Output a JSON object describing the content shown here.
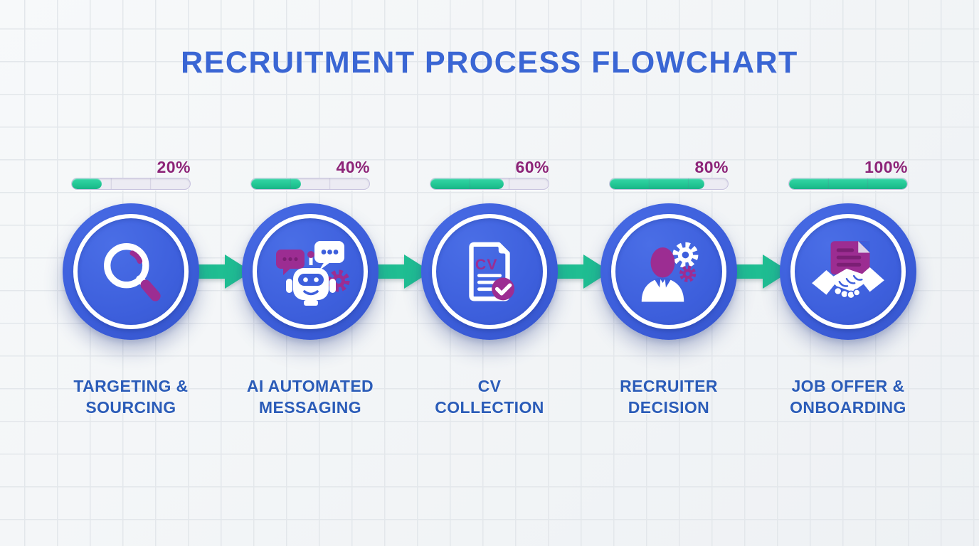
{
  "title": "RECRUITMENT PROCESS FLOWCHART",
  "steps": [
    {
      "name": "targeting-sourcing",
      "percent_label": "20%",
      "fill_percent": 25,
      "icon": "magnifier-icon",
      "label": "TARGETING &\nSOURCING"
    },
    {
      "name": "ai-automated-messaging",
      "percent_label": "40%",
      "fill_percent": 42,
      "icon": "robot-chat-icon",
      "label": "AI AUTOMATED\nMESSAGING"
    },
    {
      "name": "cv-collection",
      "percent_label": "60%",
      "fill_percent": 62,
      "icon": "cv-document-icon",
      "label": "CV\nCOLLECTION"
    },
    {
      "name": "recruiter-decision",
      "percent_label": "80%",
      "fill_percent": 80,
      "icon": "recruiter-gears-icon",
      "label": "RECRUITER\nDECISION"
    },
    {
      "name": "job-offer-onboarding",
      "percent_label": "100%",
      "fill_percent": 100,
      "icon": "handshake-contract-icon",
      "label": "JOB OFFER &\nONBOARDING"
    }
  ],
  "colors": {
    "title_blue": "#3A66D4",
    "label_blue": "#2B5CB8",
    "circle_blue": "#3C5EDB",
    "accent_purple": "#9C2D92",
    "percent_purple": "#8D2478",
    "arrow_teal": "#1FBE92",
    "progress_fill_teal": "#23C795",
    "background": "#F2F4F6"
  }
}
